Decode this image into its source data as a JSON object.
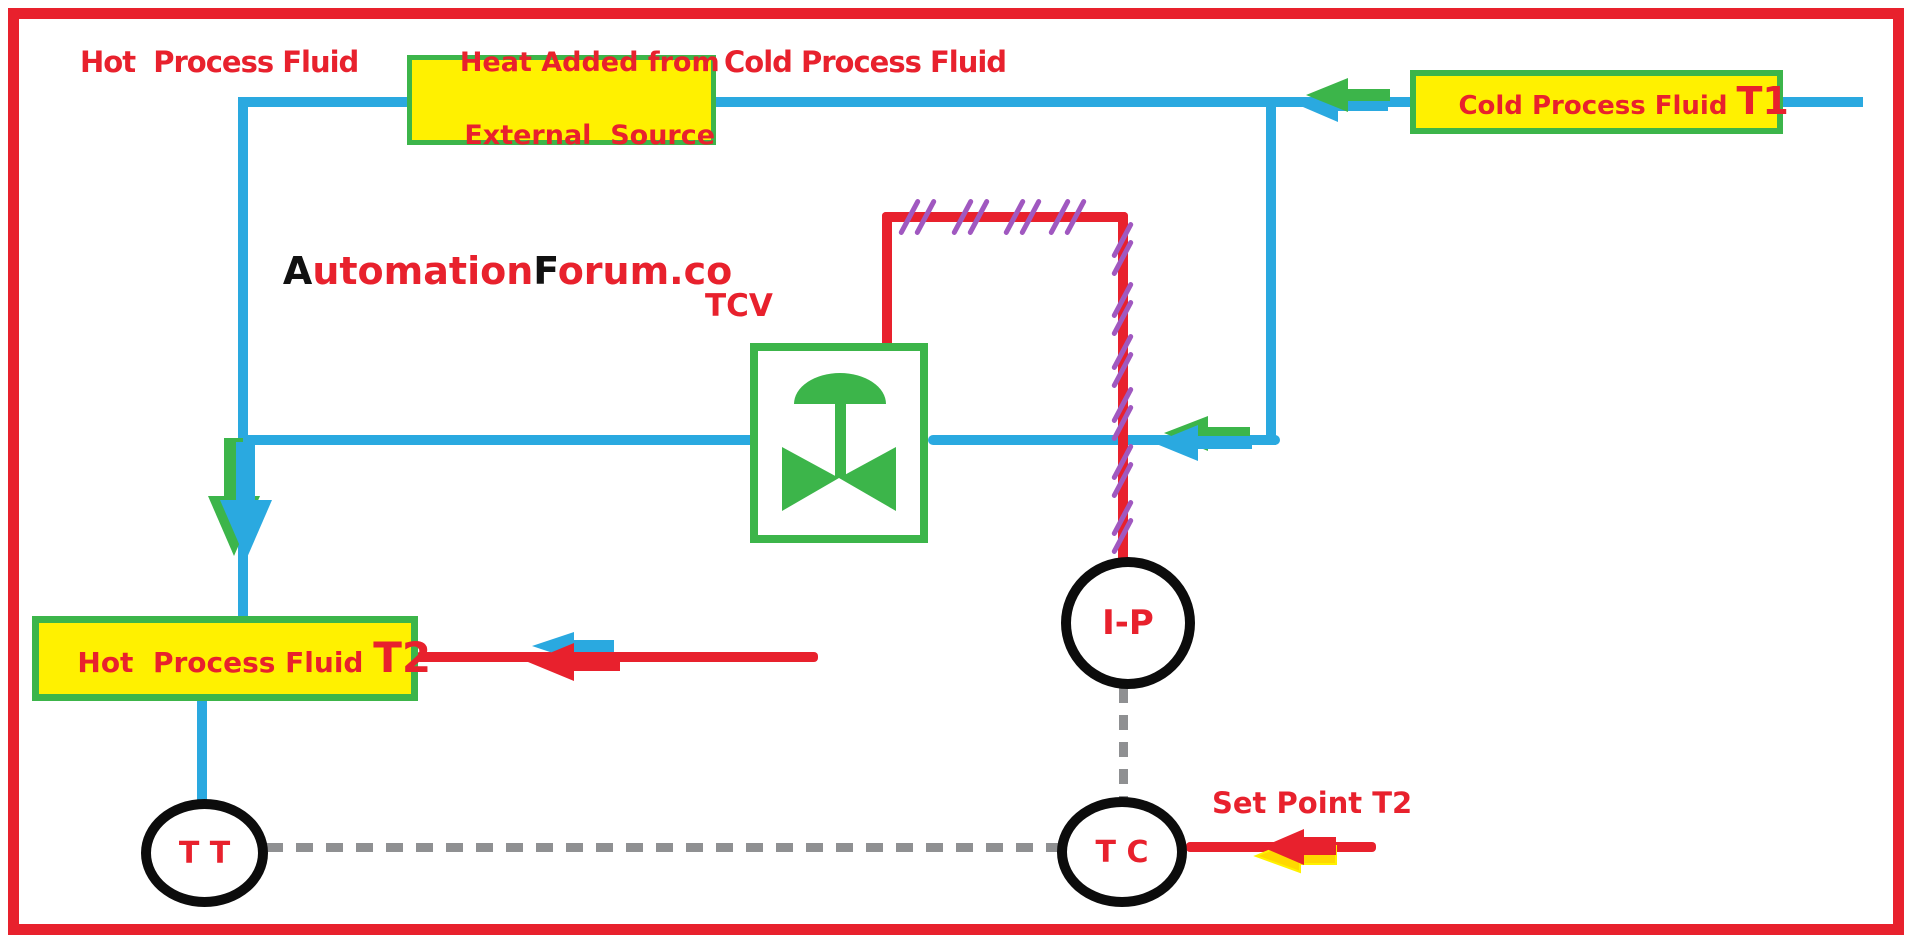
{
  "diagram": {
    "type": "temperature-control-loop-pid",
    "labels": {
      "hot_process_fluid": "Hot  Process Fluid",
      "cold_process_fluid": "Cold Process Fluid",
      "tcv": "TCV",
      "set_point": "Set Point T2"
    },
    "watermark": {
      "a": "A",
      "utomation": "utomation",
      "f": "F",
      "orum_co": "orum.co"
    },
    "boxes": {
      "heat_added_line1": "Heat Added from",
      "heat_added_line2": "External  Source",
      "cold_t1_text": "Cold Process Fluid ",
      "cold_t1_tag": "T1",
      "hot_t2_text": "Hot  Process Fluid ",
      "hot_t2_tag": "T2"
    },
    "instruments": {
      "ip_converter": "I-P",
      "temperature_transmitter": "T T",
      "temperature_controller": "T C"
    },
    "colors": {
      "process_line_blue": "#2aa9e0",
      "pneumatic_line_red": "#e8212d",
      "valve_green": "#3cb54a",
      "box_yellow": "#fff100",
      "hatch_purple": "#a058c0",
      "signal_gray": "#8f9092",
      "instrument_black": "#0c0c0c",
      "frame_red": "#e8212d"
    }
  }
}
